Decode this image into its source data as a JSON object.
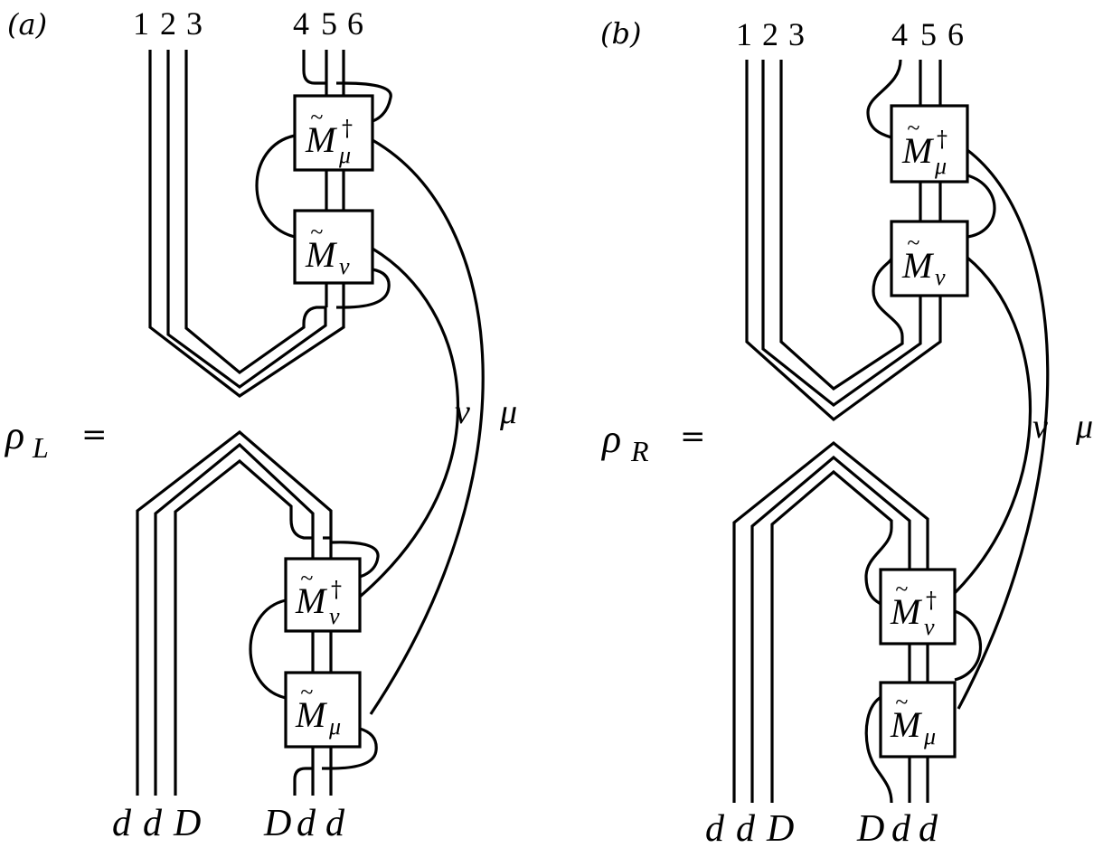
{
  "panels": [
    {
      "tag": "(a)",
      "rho_symbol": "ρ",
      "rho_sub": "L",
      "equals": "=",
      "top_labels": [
        "1",
        "2",
        "3",
        "4",
        "5",
        "6"
      ],
      "bottom_labels_left": [
        "d",
        "d",
        "D"
      ],
      "bottom_labels_right": [
        "D",
        "d",
        "d"
      ],
      "bond_labels": [
        "ν",
        "μ"
      ],
      "tensors": [
        {
          "base": "M",
          "tilde": "~",
          "sub": "μ",
          "sup": "†"
        },
        {
          "base": "M",
          "tilde": "~",
          "sub": "ν",
          "sup": ""
        },
        {
          "base": "M",
          "tilde": "~",
          "sub": "ν",
          "sup": "†"
        },
        {
          "base": "M",
          "tilde": "~",
          "sub": "μ",
          "sup": ""
        }
      ]
    },
    {
      "tag": "(b)",
      "rho_symbol": "ρ",
      "rho_sub": "R",
      "equals": "=",
      "top_labels": [
        "1",
        "2",
        "3",
        "4",
        "5",
        "6"
      ],
      "bottom_labels_left": [
        "d",
        "d",
        "D"
      ],
      "bottom_labels_right": [
        "D",
        "d",
        "d"
      ],
      "bond_labels": [
        "ν",
        "μ"
      ],
      "tensors": [
        {
          "base": "M",
          "tilde": "~",
          "sub": "μ",
          "sup": "†"
        },
        {
          "base": "M",
          "tilde": "~",
          "sub": "ν",
          "sup": ""
        },
        {
          "base": "M",
          "tilde": "~",
          "sub": "ν",
          "sup": "†"
        },
        {
          "base": "M",
          "tilde": "~",
          "sub": "μ",
          "sup": ""
        }
      ]
    }
  ]
}
